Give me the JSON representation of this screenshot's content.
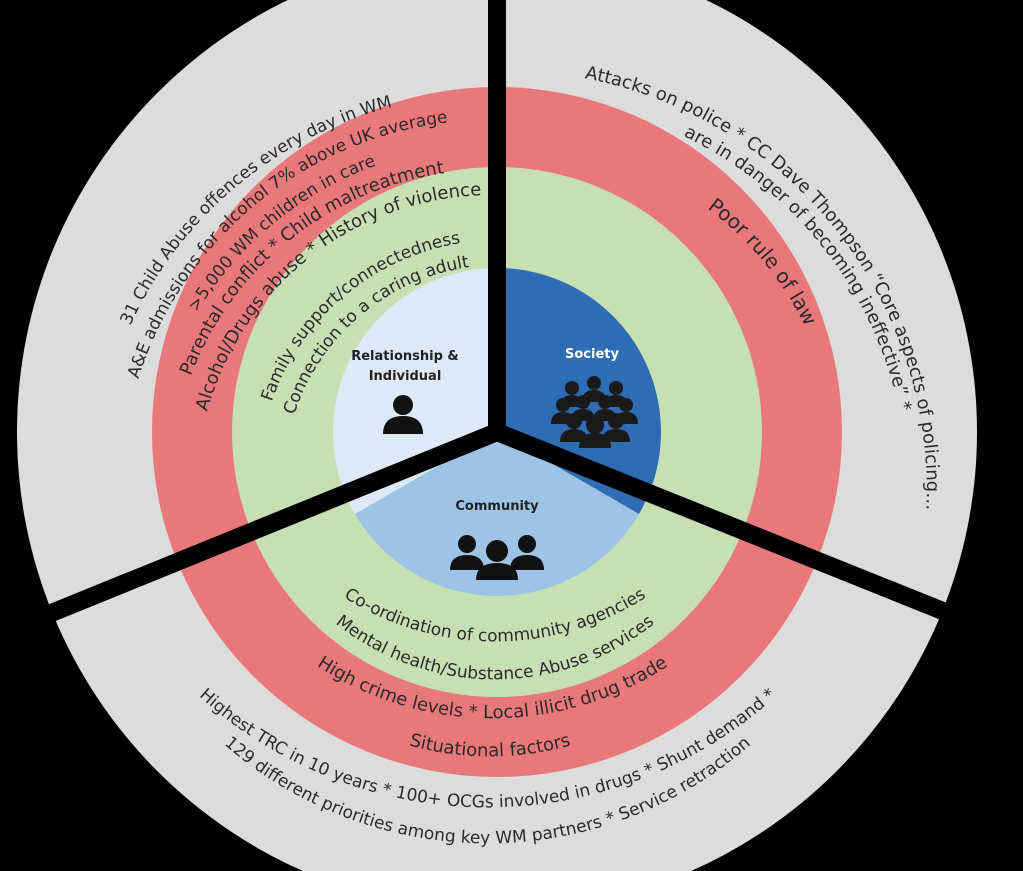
{
  "sectors": {
    "individual": {
      "title_line1": "Relationship &",
      "title_line2": "Individual",
      "icon": "person-icon",
      "green": [
        "Family support/connectedness",
        "Connection to a caring adult"
      ],
      "red": [
        "Parental conflict * Child maltreatment",
        "Alcohol/Drugs abuse * History of violence"
      ],
      "grey": [
        "31 Child Abuse offences every day in WM",
        "A&E admissions for alcohol 7% above UK average",
        ">5,000 WM children in care"
      ]
    },
    "society": {
      "title": "Society",
      "icon": "crowd-icon",
      "red": [
        "Poor rule of law"
      ],
      "grey": [
        "Attacks on police * CC Dave Thompson “Core aspects of policing…",
        "are in danger of becoming ineffective” *"
      ]
    },
    "community": {
      "title": "Community",
      "icon": "group-icon",
      "green": [
        "Co-ordination of community agencies",
        "Mental health/Substance Abuse services"
      ],
      "red": [
        "High crime levels * Local illicit drug trade",
        "Situational factors"
      ],
      "grey": [
        "Highest TRC in 10 years * 100+ OCGs involved in drugs * Shunt demand *",
        "129 different priorities among key WM partners * Service retraction"
      ]
    }
  },
  "colors": {
    "grey_ring": "#dcdcdc",
    "red_ring": "#e8787a",
    "green_ring": "#c6e0b4",
    "individual_core": "#dde9f6",
    "community_core": "#9dc3e6",
    "society_core": "#2e6db4",
    "divider": "#000000"
  }
}
